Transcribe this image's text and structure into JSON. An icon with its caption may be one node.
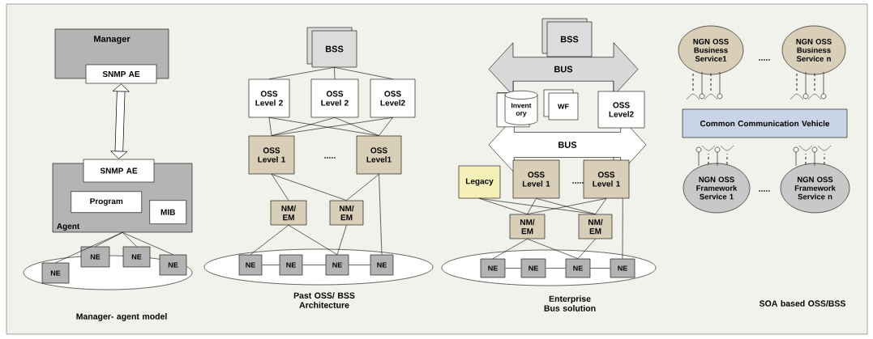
{
  "diagram": {
    "nodes": [
      {
        "text": [
          "Manager"
        ]
      },
      {
        "text": [
          "SNMP AE"
        ]
      },
      {
        "text": [
          "Agent"
        ]
      },
      {
        "text": [
          "SNMP AE"
        ]
      },
      {
        "text": [
          "Program"
        ],
        "in": 2
      },
      {
        "text": [
          "MIB"
        ],
        "in": 2
      },
      {
        "text": [
          "NE"
        ]
      },
      {
        "text": [
          "NE"
        ]
      },
      {
        "text": [
          "NE"
        ]
      },
      {
        "text": [
          "NE"
        ]
      },
      {
        "text": [
          "BSS"
        ]
      },
      {
        "text": [
          "OSS Level 2"
        ]
      },
      {
        "text": [
          "OSS Level 2"
        ]
      },
      {
        "text": [
          "OSS Level2"
        ]
      },
      {
        "text": [
          "OSS Level 1"
        ]
      },
      {
        "text": [
          "OSS Level1"
        ]
      },
      {
        "text": [
          "NM/ EM"
        ]
      },
      {
        "text": [
          "NM/ EM"
        ]
      },
      {
        "text": [
          "NE"
        ]
      },
      {
        "text": [
          "NE"
        ]
      },
      {
        "text": [
          "NE"
        ]
      },
      {
        "text": [
          "NE"
        ]
      },
      {
        "text": [
          "BSS"
        ]
      },
      {
        "text": [
          "BUS"
        ]
      },
      {
        "text": [
          "Invent ory"
        ]
      },
      {
        "text": [
          "WF"
        ]
      },
      {
        "text": [
          "OSS Level2"
        ]
      },
      {
        "text": [
          "BUS"
        ]
      },
      {
        "text": [
          "Legacy"
        ]
      },
      {
        "text": [
          "OSS Level 1"
        ]
      },
      {
        "text": [
          "OSS Level 1"
        ]
      },
      {
        "text": [
          "NM/ EM"
        ]
      },
      {
        "text": [
          "NM/ EM"
        ]
      },
      {
        "text": [
          "NE"
        ]
      },
      {
        "text": [
          "NE"
        ]
      },
      {
        "text": [
          "NE"
        ]
      },
      {
        "text": [
          "NE"
        ]
      },
      {
        "text": [
          "NGN OSS Business Service1"
        ]
      },
      {
        "text": [
          "NGN OSS Business Service n"
        ]
      },
      {
        "text": [
          "Common Communication Vehicle"
        ]
      },
      {
        "text": [
          "NGN OSS Framework Service 1"
        ]
      },
      {
        "text": [
          "NGN OSS Framework Service n"
        ]
      }
    ],
    "edges": [
      {
        "from": 1,
        "to": 3,
        "arrow": "both",
        "style": "thick"
      },
      {
        "from": 2,
        "to": 6,
        "arrow": "none"
      },
      {
        "from": 2,
        "to": 7,
        "arrow": "none"
      },
      {
        "from": 2,
        "to": 8,
        "arrow": "none"
      },
      {
        "from": 2,
        "to": 9,
        "arrow": "none"
      },
      {
        "from": 10,
        "to": 11,
        "arrow": "none"
      },
      {
        "from": 10,
        "to": 12,
        "arrow": "none"
      },
      {
        "from": 10,
        "to": 13,
        "arrow": "none"
      },
      {
        "from": 11,
        "to": 14,
        "arrow": "none"
      },
      {
        "from": 11,
        "to": 15,
        "arrow": "none"
      },
      {
        "from": 12,
        "to": 14,
        "arrow": "none"
      },
      {
        "from": 12,
        "to": 15,
        "arrow": "none"
      },
      {
        "from": 13,
        "to": 14,
        "arrow": "none"
      },
      {
        "from": 13,
        "to": 15,
        "arrow": "none"
      },
      {
        "from": 14,
        "to": 16,
        "arrow": "none"
      },
      {
        "from": 14,
        "to": 17,
        "arrow": "none"
      },
      {
        "from": 15,
        "to": 17,
        "arrow": "none"
      },
      {
        "from": 15,
        "to": 21,
        "arrow": "none"
      },
      {
        "from": 16,
        "to": 18,
        "arrow": "none"
      },
      {
        "from": 16,
        "to": 20,
        "arrow": "none"
      },
      {
        "from": 17,
        "to": 20,
        "arrow": "none"
      },
      {
        "from": 18,
        "to": 19,
        "arrow": "none"
      },
      {
        "from": 19,
        "to": 20,
        "arrow": "none"
      },
      {
        "from": 20,
        "to": 21,
        "arrow": "none"
      },
      {
        "from": 28,
        "to": 31,
        "arrow": "none"
      },
      {
        "from": 28,
        "to": 32,
        "arrow": "none"
      },
      {
        "from": 29,
        "to": 31,
        "arrow": "none"
      },
      {
        "from": 29,
        "to": 32,
        "arrow": "none"
      },
      {
        "from": 30,
        "to": 31,
        "arrow": "none"
      },
      {
        "from": 30,
        "to": 32,
        "arrow": "none"
      },
      {
        "from": 30,
        "to": 36,
        "arrow": "none"
      },
      {
        "from": 31,
        "to": 33,
        "arrow": "none"
      },
      {
        "from": 31,
        "to": 35,
        "arrow": "none"
      },
      {
        "from": 32,
        "to": 35,
        "arrow": "none"
      },
      {
        "from": 33,
        "to": 34,
        "arrow": "none"
      },
      {
        "from": 34,
        "to": 35,
        "arrow": "none"
      },
      {
        "from": 35,
        "to": 36,
        "arrow": "none"
      }
    ],
    "labels": [
      "Manager- agent model",
      ".....",
      "Past OSS/ BSS Architecture",
      ".....",
      "Enterprise Bus solution",
      ".....",
      ".....",
      "SOA based OSS/BSS"
    ]
  }
}
